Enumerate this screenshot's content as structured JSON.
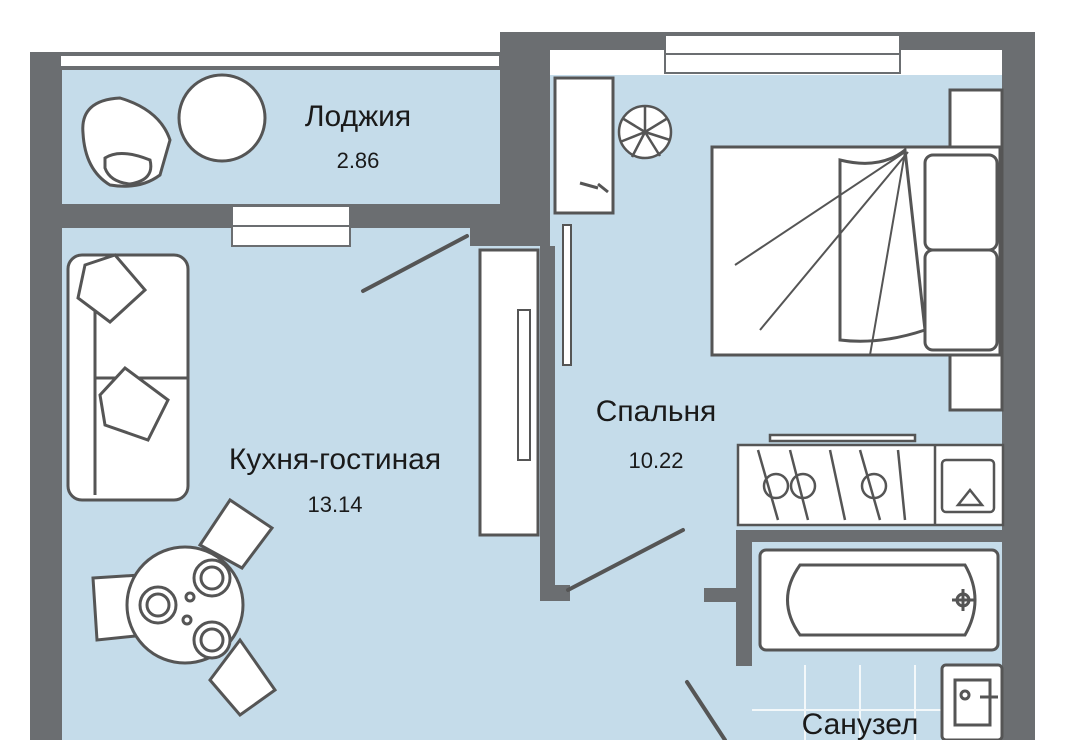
{
  "rooms": [
    {
      "name": "Лоджия",
      "area": "2.86"
    },
    {
      "name": "Кухня-гостиная",
      "area": "13.14"
    },
    {
      "name": "Спальня",
      "area": "10.22"
    },
    {
      "name": "Санузел",
      "area": ""
    }
  ],
  "colors": {
    "floor": "#c5dcea",
    "wall": "#6b6e71",
    "furniture_fill": "#ffffff",
    "furniture_stroke": "#555555",
    "window_frame": "#ffffff"
  },
  "icons": [
    "armchair-icon",
    "round-table-icon",
    "sofa-icon",
    "dining-table-icon",
    "bed-icon",
    "wardrobe-icon",
    "plant-icon",
    "bathtub-icon",
    "sink-icon",
    "stove-icon",
    "kitchen-sink-icon"
  ]
}
